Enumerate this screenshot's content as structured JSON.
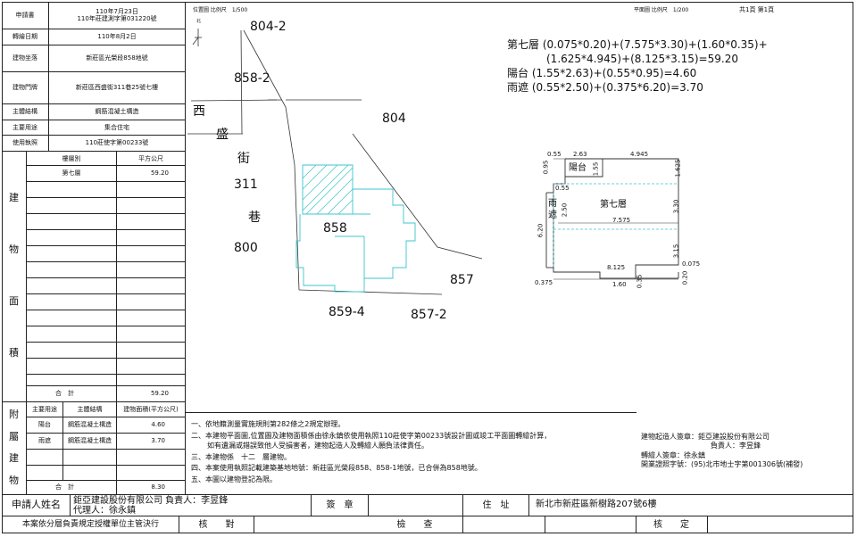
{
  "left_table": {
    "rows": [
      {
        "label": "申請書",
        "value": "110年7月23日\n110年莊建測字第031220號"
      },
      {
        "label": "轉繪日期",
        "value": "110年8月2日"
      },
      {
        "label": "建物坐落",
        "value": "新莊區光榮段858地號"
      },
      {
        "label": "建物門牌",
        "value": "新莊區西盛街311巷25號七樓"
      },
      {
        "label": "主體結構",
        "value": "鋼筋混凝土構造"
      },
      {
        "label": "主要用途",
        "value": "集合住宅"
      },
      {
        "label": "使用執照",
        "value": "110莊使字第00233號"
      }
    ],
    "building_section_chars": [
      "建",
      "物",
      "面",
      "積"
    ],
    "building_header": {
      "floor": "樓層別",
      "area": "平方公尺"
    },
    "building_rows": [
      {
        "floor": "第七層",
        "area": "59.20"
      }
    ],
    "building_total": {
      "label": "合　計",
      "value": "59.20"
    },
    "annex_section_chars": [
      "附",
      "屬",
      "建",
      "物"
    ],
    "annex_header": {
      "use": "主要用途",
      "structure": "主體結構",
      "area": "建物面積(平方公尺)"
    },
    "annex_rows": [
      {
        "use": "陽台",
        "structure": "鋼筋混凝土構造",
        "area": "4.60"
      },
      {
        "use": "雨遮",
        "structure": "鋼筋混凝土構造",
        "area": "3.70"
      }
    ],
    "annex_total": {
      "label": "合　計",
      "value": "8.30"
    }
  },
  "site_plan": {
    "header": "位置圖 比例尺　1/500",
    "north": "北",
    "lots": [
      "804-2",
      "858-2",
      "804",
      "858",
      "800",
      "857",
      "859-4",
      "857-2"
    ],
    "street_chars": [
      "西",
      "盛",
      "街",
      "311",
      "巷"
    ]
  },
  "floor_plan": {
    "header": "平面圖 比例尺　1/200",
    "page": "共1頁 第1頁",
    "formulas": [
      "第七層 (0.075*0.20)+(7.575*3.30)+(1.60*0.35)+",
      "(1.625*4.945)+(8.125*3.15)=59.20",
      "陽台 (1.55*2.63)+(0.55*0.95)=4.60",
      "雨遮 (0.55*2.50)+(0.375*6.20)=3.70"
    ],
    "labels": {
      "balcony": "陽台",
      "canopy_1": "雨",
      "canopy_2": "遮",
      "floor": "第七層"
    },
    "dims": [
      "0.55",
      "2.63",
      "4.945",
      "0.95",
      "1.55",
      "1.625",
      "0.55",
      "2.50",
      "3.30",
      "7.575",
      "6.20",
      "3.15",
      "8.125",
      "0.075",
      "0.375",
      "1.60",
      "0.35",
      "0.20"
    ]
  },
  "notes": [
    "一、依地籍測量實施規則第282條之2規定辦理。",
    "二、本建物平面圖,位置圖及建物面積係由徐永鎮依使用執照110莊使字第00233號設計圖或竣工平面圖轉繪計算，",
    "如有遺漏或錯誤致他人受損害者，建物起造人及轉繪人願負法律責任。",
    "三、本建物係　十二　層建物。",
    "四、本案使用執照記載建築基地地號：新莊區光榮段858、858-1地號，已合併為858地號。",
    "五、本圖以建物登記為限。"
  ],
  "signatures": [
    "建物起造人簽章：鉅亞建設股份有限公司",
    "負責人：李昱鋒",
    "轉繪人簽章：徐永鎮",
    "開業證照字號：(95)北市地士字第001306號(補發)"
  ],
  "footer": {
    "applicant_label": "申請人姓名",
    "applicant_value_1": "鉅亞建設股份有限公司 負責人：李昱鋒",
    "applicant_value_2": "代理人：徐永鎮",
    "seal_label": "簽　章",
    "address_label": "住　址",
    "address_value": "新北市新莊區新樹路207號6樓",
    "auth_text": "本案依分層負責規定授權單位主管決行",
    "check1": "核　　對",
    "check2": "檢　　查",
    "check3": "核　　定"
  }
}
